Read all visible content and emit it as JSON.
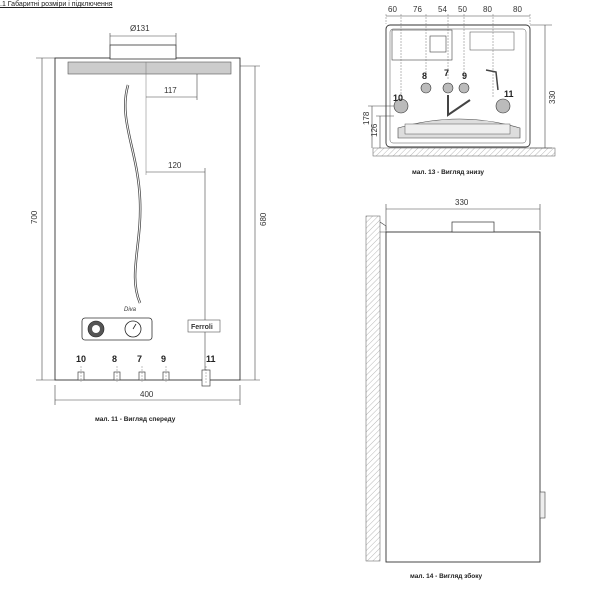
{
  "doc": {
    "section_title": ".1 Габаритні розміри і підключення"
  },
  "front": {
    "caption": "мал. 11 - Вигляд спереду",
    "dims": {
      "flue": "Ø131",
      "d117": "117",
      "d120": "120",
      "height_total": "700",
      "height_body": "680",
      "width": "400"
    },
    "connections": [
      "10",
      "8",
      "7",
      "9",
      "11"
    ],
    "brand": "Ferroli",
    "model_mark": "Diva"
  },
  "bottom": {
    "caption": "мал. 13 - Вигляд знизу",
    "dims_top": [
      "60",
      "76",
      "54",
      "50",
      "80",
      "80"
    ],
    "dims_left": [
      "178",
      "126"
    ],
    "dim_right": "330",
    "connections": [
      "10",
      "8",
      "7",
      "9",
      "11"
    ]
  },
  "side": {
    "caption": "мал. 14 - Вигляд збоку",
    "dim_top": "330"
  }
}
